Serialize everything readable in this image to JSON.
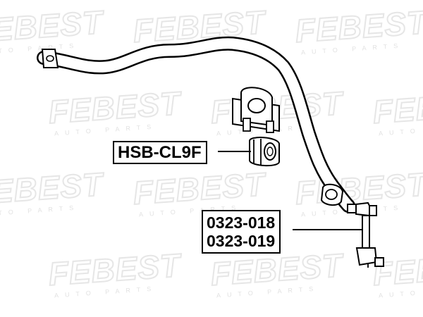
{
  "watermark": {
    "brand": "FEBEST",
    "tagline": "AUTO PARTS"
  },
  "callouts": {
    "bushing_part": "HSB-CL9F",
    "link_parts": [
      "0323-018",
      "0323-019"
    ]
  },
  "colors": {
    "line": "#000000",
    "watermark": "#e6e6e6",
    "background": "#ffffff"
  }
}
